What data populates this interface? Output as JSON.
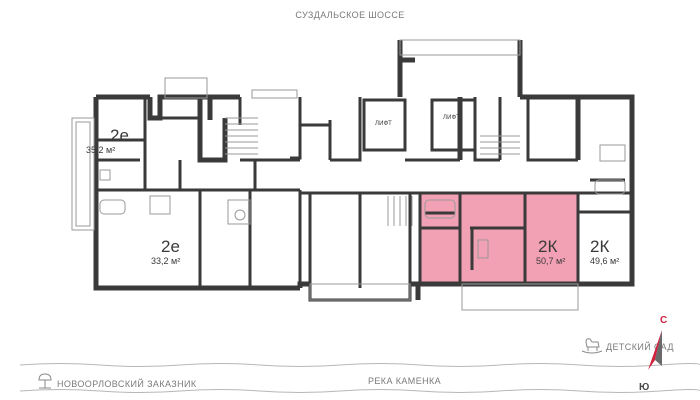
{
  "streets": {
    "top": "СУЗДАЛЬСКОЕ ШОССЕ",
    "bottom_left": "НОВООРЛОВСКИЙ ЗАКАЗНИК",
    "bottom_center": "РЕКА КАМЕНКА",
    "bottom_right": "ДЕТСКИЙ САД"
  },
  "lifts": [
    "ЛИФТ",
    "ЛИФТ"
  ],
  "apartments": [
    {
      "type": "2е",
      "area": "35,2 м²",
      "highlighted": false
    },
    {
      "type": "2е",
      "area": "33,2 м²",
      "highlighted": false
    },
    {
      "type": "2К",
      "area": "50,7 м²",
      "highlighted": true
    },
    {
      "type": "2К",
      "area": "49,6 м²",
      "highlighted": false
    }
  ],
  "compass": {
    "north": "С",
    "south": "Ю"
  },
  "colors": {
    "highlight": "#f2a0b4",
    "wall": "#3a3a3a",
    "compass_north": "#d0203c"
  }
}
